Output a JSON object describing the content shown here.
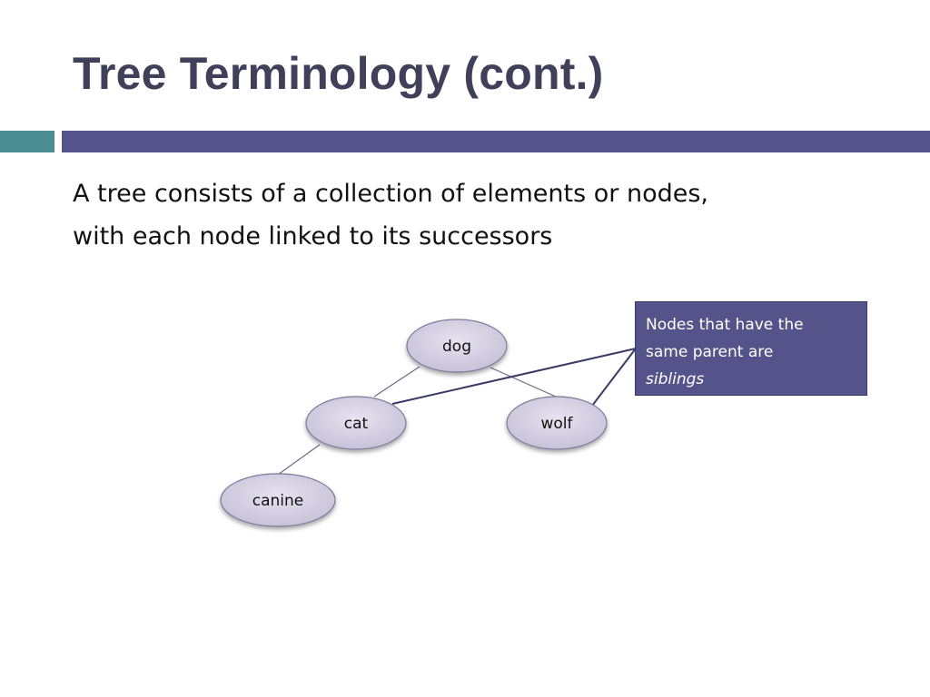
{
  "slide": {
    "title": "Tree Terminology (cont.)",
    "body_lines": [
      "A tree consists of a collection of elements or nodes,",
      "with each node linked to its successors"
    ],
    "colors": {
      "title": "#40405a",
      "accent_teal": "#4a8e92",
      "accent_purple": "#54548a",
      "node_fill": "#d0cbe0",
      "node_stroke": "#7a7a9a"
    }
  },
  "diagram": {
    "nodes": [
      {
        "id": "dog",
        "label": "dog"
      },
      {
        "id": "cat",
        "label": "cat"
      },
      {
        "id": "wolf",
        "label": "wolf"
      },
      {
        "id": "canine",
        "label": "canine"
      }
    ],
    "edges": [
      {
        "from": "dog",
        "to": "cat"
      },
      {
        "from": "dog",
        "to": "wolf"
      },
      {
        "from": "cat",
        "to": "canine"
      }
    ],
    "callout": {
      "lines": [
        "Nodes that have the",
        "same parent are"
      ],
      "emphasis": "siblings",
      "points_to": [
        "cat",
        "wolf"
      ]
    }
  }
}
